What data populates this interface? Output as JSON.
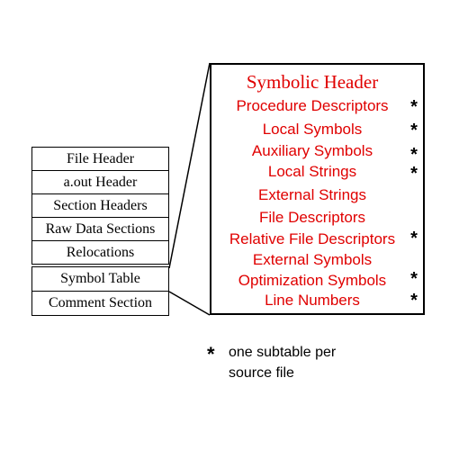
{
  "file_layout": {
    "upper_sections": [
      "File Header",
      "a.out Header",
      "Section Headers",
      "Raw Data Sections",
      "Relocations"
    ],
    "lower_sections": [
      "Symbol Table",
      "Comment Section"
    ]
  },
  "symbol_table": {
    "title": "Symbolic Header",
    "entries": [
      {
        "label": "Procedure Descriptors",
        "mark": "*"
      },
      {
        "label": "Local Symbols",
        "mark": "*"
      },
      {
        "label": "Auxiliary Symbols",
        "mark": "*"
      },
      {
        "label": "Local Strings",
        "mark": "*"
      },
      {
        "label": "External Strings",
        "mark": ""
      },
      {
        "label": "File Descriptors",
        "mark": ""
      },
      {
        "label": "Relative File Descriptors",
        "mark": "*"
      },
      {
        "label": "External Symbols",
        "mark": ""
      },
      {
        "label": "Optimization Symbols",
        "mark": "*"
      },
      {
        "label": "Line Numbers",
        "mark": "*"
      }
    ],
    "text_color": "#e00000"
  },
  "legend": {
    "mark": "*",
    "line1": "one subtable per",
    "line2": "source file"
  }
}
